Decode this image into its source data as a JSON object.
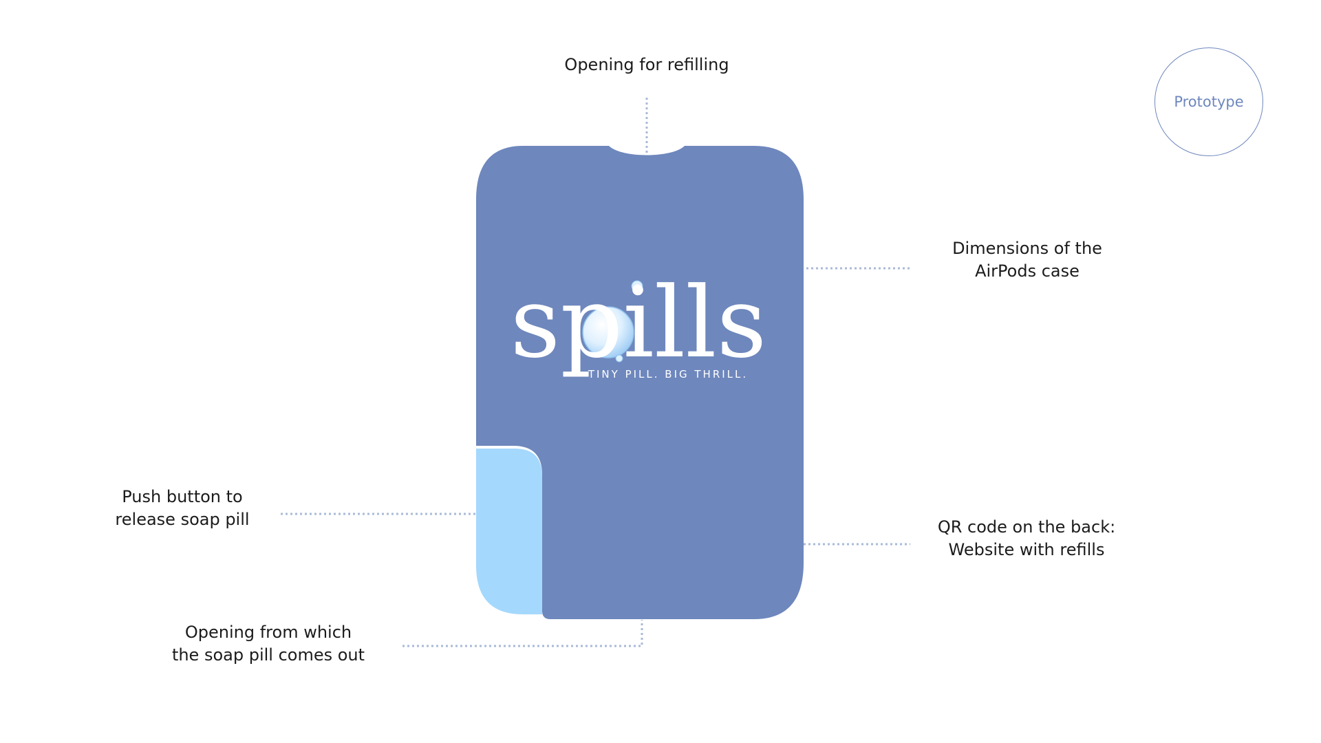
{
  "brand": {
    "name": "spills",
    "tagline": "TINY PILL. BIG THRILL."
  },
  "badge": {
    "label": "Prototype"
  },
  "callouts": {
    "refill_opening": [
      "Opening for refilling"
    ],
    "dimensions": [
      "Dimensions of the",
      "AirPods case"
    ],
    "push_button": [
      "Push button to",
      "release soap pill"
    ],
    "qr_code": [
      "QR code on the back:",
      "Website with refills"
    ],
    "pill_opening": [
      "Opening from which",
      "the soap pill comes out"
    ]
  },
  "colors": {
    "case_body": "#6e87bd",
    "push_button": "#a5d8fd",
    "leader_lines": "#a9bad7",
    "bubble": "#d7ecfd",
    "text": "#1b1b1b"
  }
}
